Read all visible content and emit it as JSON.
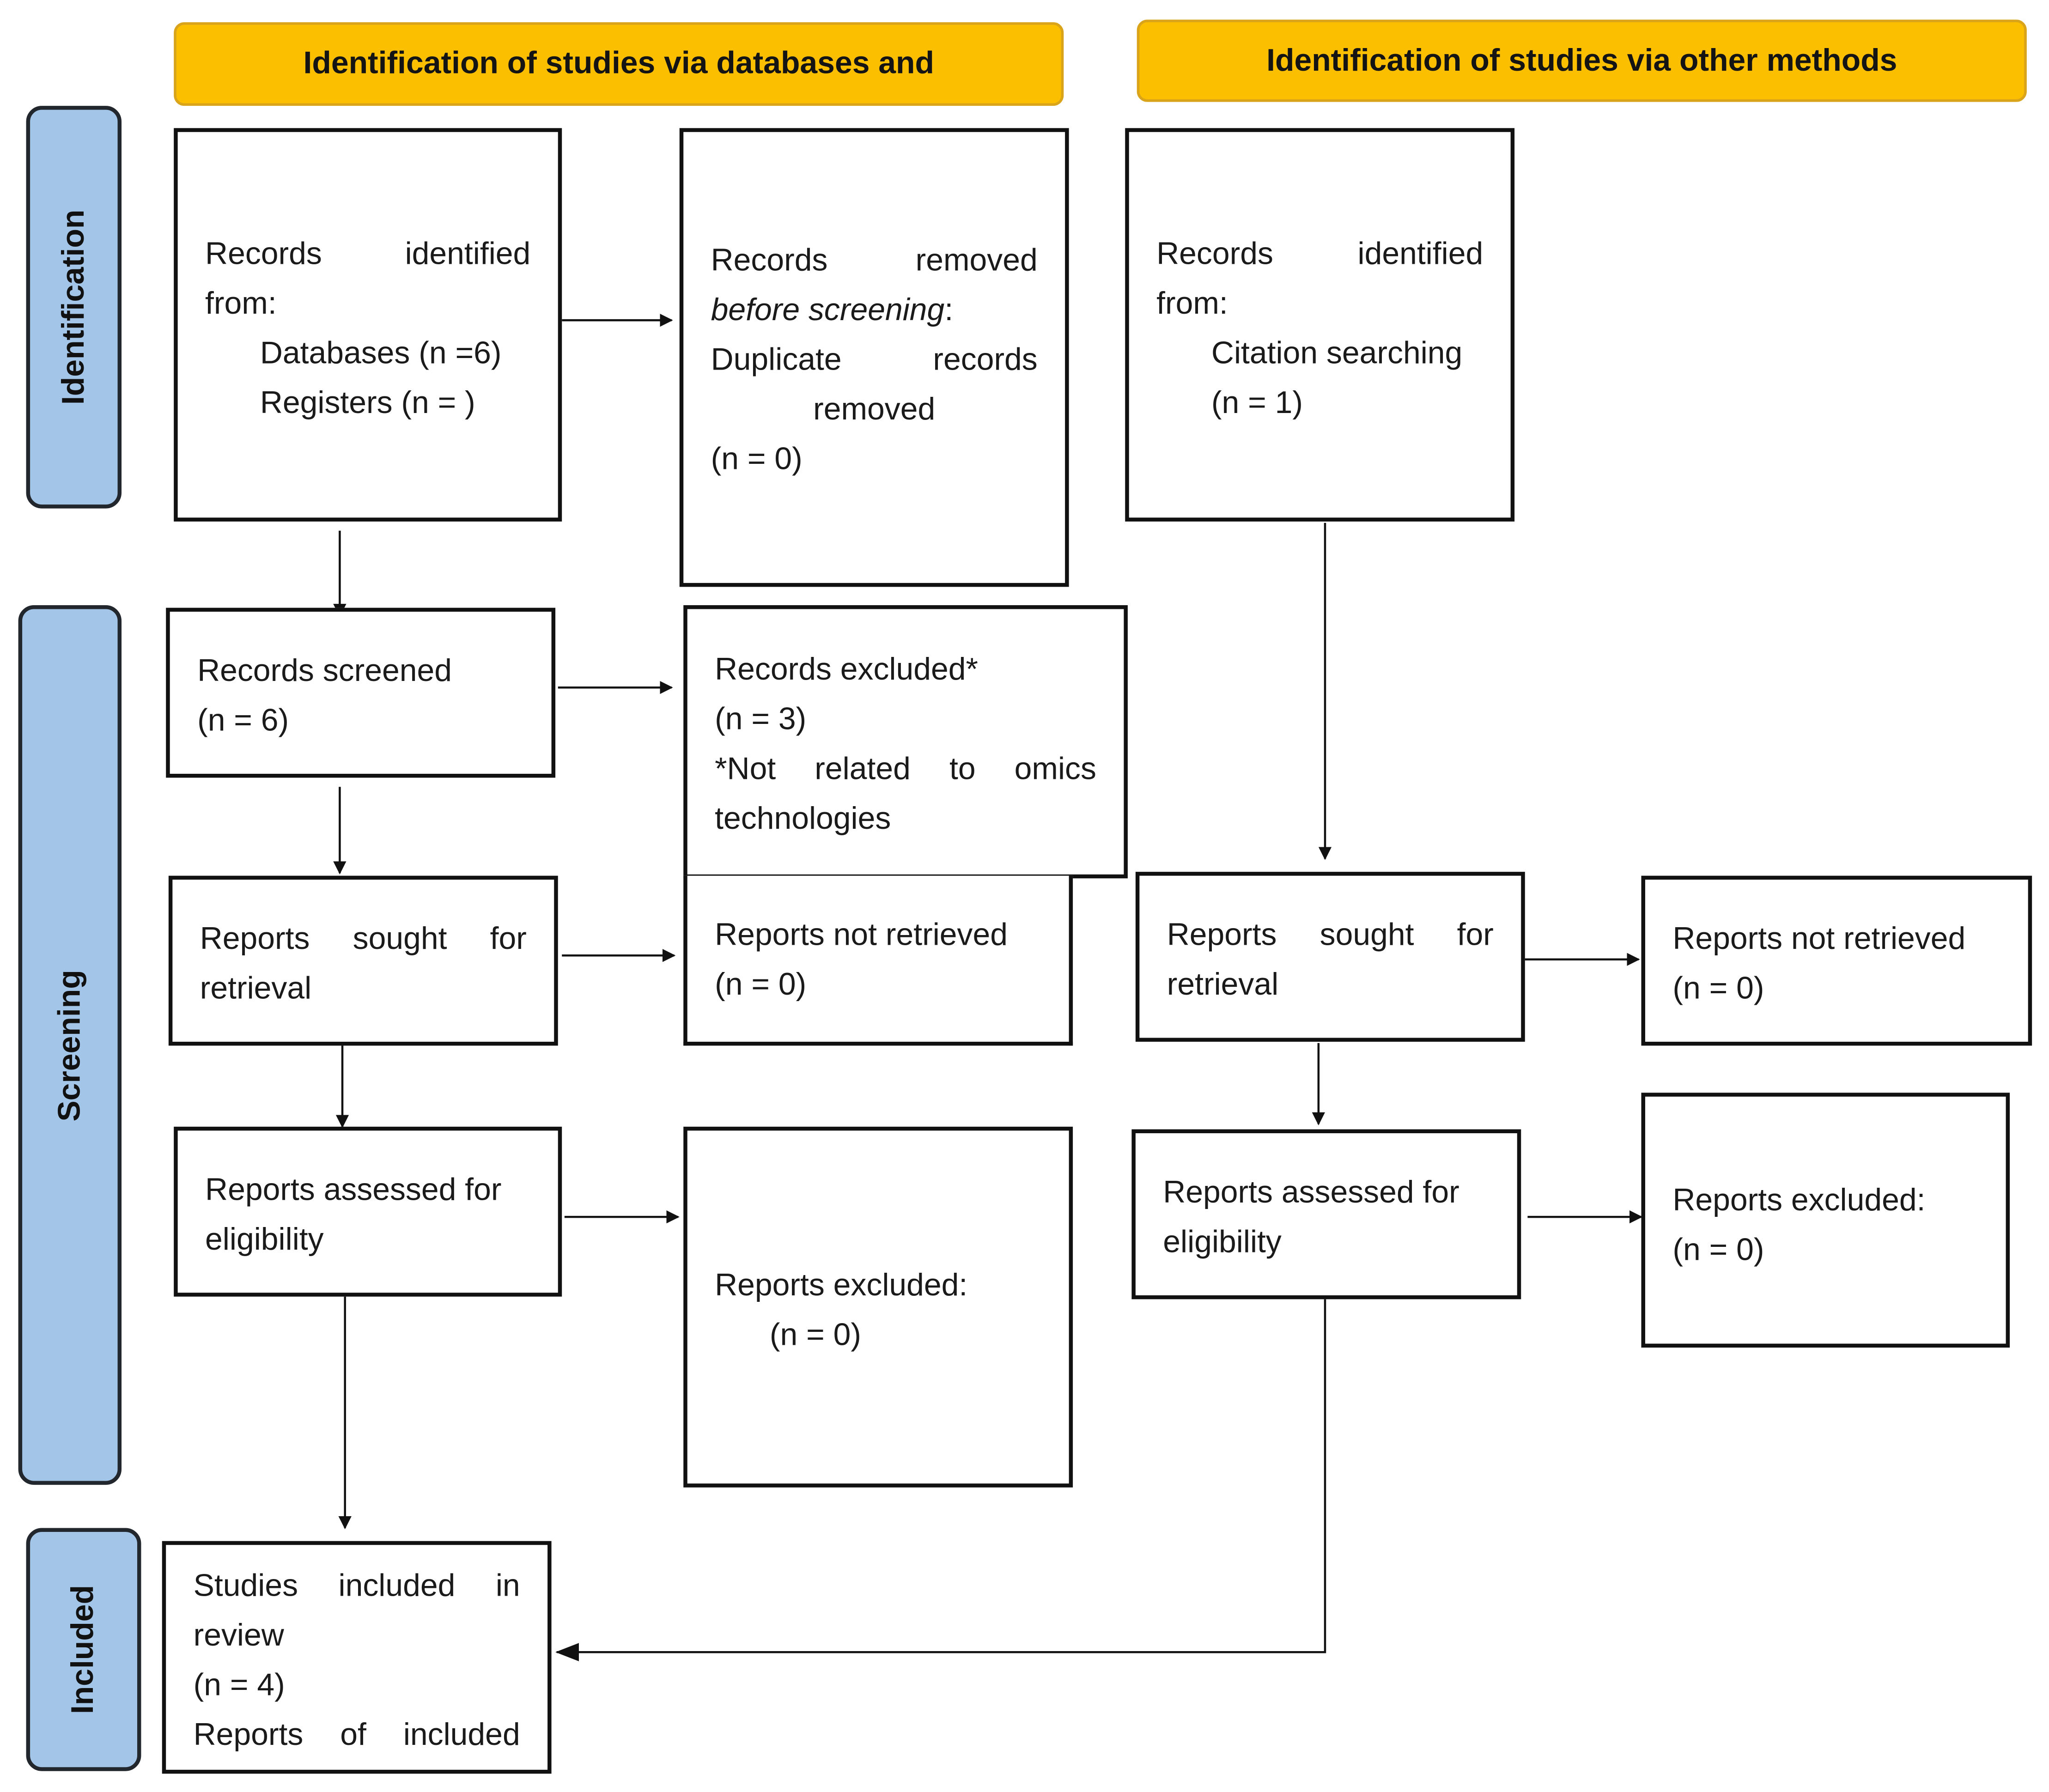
{
  "headers": {
    "left": "Identification of studies via databases and",
    "right": "Identification of studies via other methods"
  },
  "phases": {
    "identification": "Identification",
    "screening": "Screening",
    "included": "Included"
  },
  "boxes": {
    "db_records": {
      "w1": "Records",
      "w2": "identified",
      "w3": "from:",
      "databases": "Databases (n =6)",
      "registers": "Registers (n = )"
    },
    "removed": {
      "w1": "Records",
      "w2": "removed",
      "before": "before screening",
      "colon": ":",
      "w3": "Duplicate",
      "w4": "records",
      "w5": "removed",
      "count": "(n = 0)"
    },
    "other_records": {
      "w1": "Records",
      "w2": "identified",
      "w3": "from:",
      "citation": "Citation searching",
      "count": "(n = 1)"
    },
    "screened": {
      "label": "Records screened",
      "count": "(n = 6)"
    },
    "excluded": {
      "label": "Records excluded*",
      "count": "(n = 3)",
      "n1": "*Not",
      "n2": "related",
      "n3": "to",
      "n4": "omics",
      "n5": "technologies"
    },
    "sought_db": {
      "w1": "Reports",
      "w2": "sought",
      "w3": "for",
      "w4": "retrieval"
    },
    "not_retrieved_db": {
      "label": "Reports not retrieved",
      "count": "(n = 0)"
    },
    "sought_other": {
      "w1": "Reports",
      "w2": "sought",
      "w3": "for",
      "w4": "retrieval"
    },
    "not_retrieved_other": {
      "label": "Reports not retrieved",
      "count": "(n = 0)"
    },
    "assessed_db": {
      "label": "Reports assessed for",
      "label2": "eligibility"
    },
    "excluded_db": {
      "label": "Reports excluded:",
      "count": "(n = 0)"
    },
    "assessed_other": {
      "label": "Reports assessed for",
      "label2": "eligibility"
    },
    "excluded_other": {
      "label": "Reports excluded:",
      "count": "(n = 0)"
    },
    "included": {
      "w1": "Studies",
      "w2": "included",
      "w3": "in",
      "w4": "review",
      "count": "(n = 4)",
      "w5": "Reports",
      "w6": "of",
      "w7": "included"
    }
  },
  "colors": {
    "header_fill": "#fcbf00",
    "phase_fill": "#a3c5e7",
    "line": "#111111"
  }
}
